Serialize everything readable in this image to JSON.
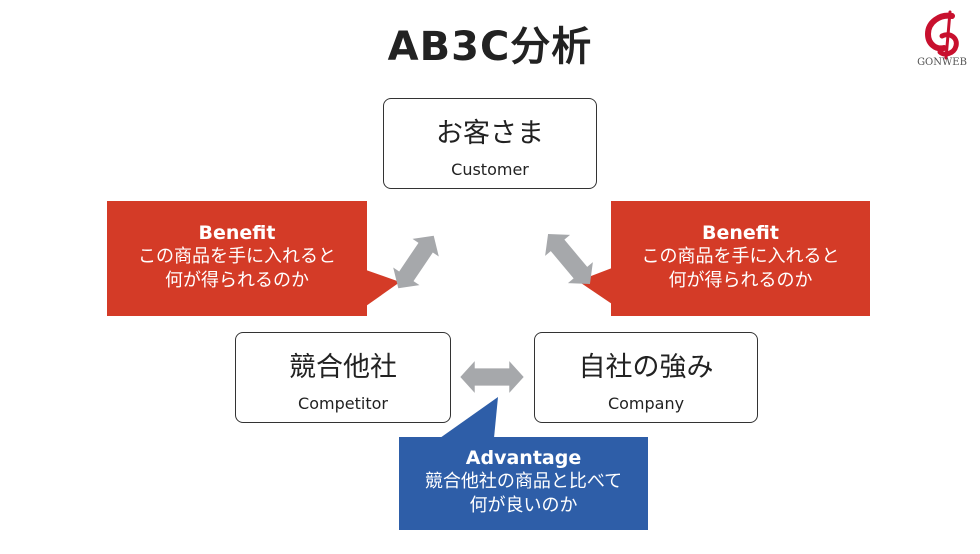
{
  "title": "AB3C分析",
  "logo": {
    "text": "GONWEB"
  },
  "nodes": {
    "customer": {
      "jp": "お客さま",
      "en": "Customer"
    },
    "competitor": {
      "jp": "競合他社",
      "en": "Competitor"
    },
    "company": {
      "jp": "自社の強み",
      "en": "Company"
    }
  },
  "callouts": {
    "left": {
      "heading": "Benefit",
      "line1": "この商品を手に入れると",
      "line2": "何が得られるのか"
    },
    "right": {
      "heading": "Benefit",
      "line1": "この商品を手に入れると",
      "line2": "何が得られるのか"
    },
    "bottom": {
      "heading": "Advantage",
      "line1": "競合他社の商品と比べて",
      "line2": "何が良いのか"
    }
  },
  "colors": {
    "benefit": "#d43b27",
    "advantage": "#2e5ea8",
    "arrow": "#a6a8ab"
  }
}
